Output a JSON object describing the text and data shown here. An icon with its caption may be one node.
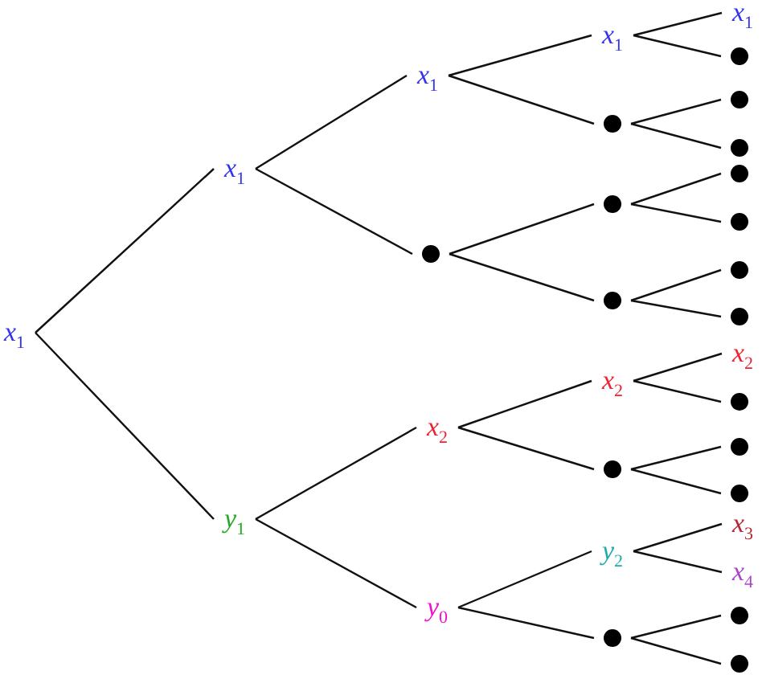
{
  "diagram": {
    "nodes": [
      {
        "text": [
          "x$_{1}$"
        ]
      },
      {
        "text": [
          "x$_{1}$"
        ]
      },
      {
        "text": [
          "y$_{1}$"
        ]
      },
      {
        "text": [
          "x$_{1}$"
        ]
      },
      {
        "text": [],
        "shape": "circle"
      },
      {
        "text": [
          "x$_{2}$"
        ]
      },
      {
        "text": [
          "y$_{0}$"
        ]
      },
      {
        "text": [
          "x$_{1}$"
        ]
      },
      {
        "text": [],
        "shape": "circle"
      },
      {
        "text": [],
        "shape": "circle"
      },
      {
        "text": [],
        "shape": "circle"
      },
      {
        "text": [
          "x$_{2}$"
        ]
      },
      {
        "text": [],
        "shape": "circle"
      },
      {
        "text": [
          "y$_{2}$"
        ]
      },
      {
        "text": [],
        "shape": "circle"
      },
      {
        "text": [
          "x$_{1}$"
        ]
      },
      {
        "text": [],
        "shape": "circle"
      },
      {
        "text": [],
        "shape": "circle"
      },
      {
        "text": [],
        "shape": "circle"
      },
      {
        "text": [],
        "shape": "circle"
      },
      {
        "text": [],
        "shape": "circle"
      },
      {
        "text": [],
        "shape": "circle"
      },
      {
        "text": [],
        "shape": "circle"
      },
      {
        "text": [
          "x$_{2}$"
        ]
      },
      {
        "text": [],
        "shape": "circle"
      },
      {
        "text": [],
        "shape": "circle"
      },
      {
        "text": [],
        "shape": "circle"
      },
      {
        "text": [
          "x$_{3}$"
        ]
      },
      {
        "text": [
          "x$_{4}$"
        ]
      },
      {
        "text": [],
        "shape": "circle"
      },
      {
        "text": [],
        "shape": "circle"
      }
    ],
    "edges": [
      {
        "from": 0,
        "to": 1,
        "arrow": "none"
      },
      {
        "from": 0,
        "to": 2,
        "arrow": "none"
      },
      {
        "from": 1,
        "to": 3,
        "arrow": "none"
      },
      {
        "from": 1,
        "to": 4,
        "arrow": "none"
      },
      {
        "from": 2,
        "to": 5,
        "arrow": "none"
      },
      {
        "from": 2,
        "to": 6,
        "arrow": "none"
      },
      {
        "from": 3,
        "to": 7,
        "arrow": "none"
      },
      {
        "from": 3,
        "to": 8,
        "arrow": "none"
      },
      {
        "from": 4,
        "to": 9,
        "arrow": "none"
      },
      {
        "from": 4,
        "to": 10,
        "arrow": "none"
      },
      {
        "from": 5,
        "to": 11,
        "arrow": "none"
      },
      {
        "from": 5,
        "to": 12,
        "arrow": "none"
      },
      {
        "from": 6,
        "to": 13,
        "arrow": "none"
      },
      {
        "from": 6,
        "to": 14,
        "arrow": "none"
      },
      {
        "from": 7,
        "to": 15,
        "arrow": "none"
      },
      {
        "from": 7,
        "to": 16,
        "arrow": "none"
      },
      {
        "from": 8,
        "to": 17,
        "arrow": "none"
      },
      {
        "from": 8,
        "to": 18,
        "arrow": "none"
      },
      {
        "from": 9,
        "to": 19,
        "arrow": "none"
      },
      {
        "from": 9,
        "to": 20,
        "arrow": "none"
      },
      {
        "from": 10,
        "to": 21,
        "arrow": "none"
      },
      {
        "from": 10,
        "to": 22,
        "arrow": "none"
      },
      {
        "from": 11,
        "to": 23,
        "arrow": "none"
      },
      {
        "from": 11,
        "to": 24,
        "arrow": "none"
      },
      {
        "from": 12,
        "to": 25,
        "arrow": "none"
      },
      {
        "from": 12,
        "to": 26,
        "arrow": "none"
      },
      {
        "from": 13,
        "to": 27,
        "arrow": "none"
      },
      {
        "from": 13,
        "to": 28,
        "arrow": "none"
      },
      {
        "from": 14,
        "to": 29,
        "arrow": "none"
      },
      {
        "from": 14,
        "to": 30,
        "arrow": "none"
      }
    ]
  }
}
